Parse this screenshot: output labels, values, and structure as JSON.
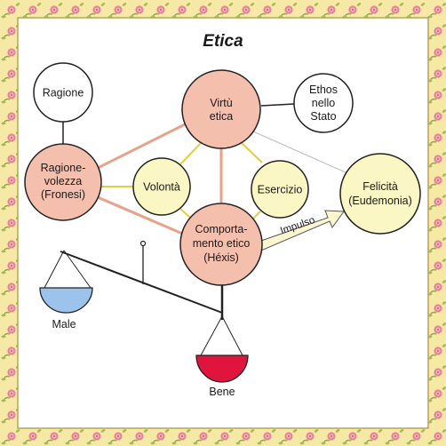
{
  "title": "Etica",
  "nodes": {
    "ragione": [
      "Ragione"
    ],
    "virtu": [
      "Virtù",
      "etica"
    ],
    "ethos": [
      "Ethos",
      "nello",
      "Stato"
    ],
    "fronesi": [
      "Ragione-",
      "volezza",
      "(Fronesi)"
    ],
    "volonta": [
      "Volontà"
    ],
    "esercizio": [
      "Esercizio"
    ],
    "felicita": [
      "Felicità",
      "(Eudemonia)"
    ],
    "hexis": [
      "Comporta-",
      "mento etico",
      "(Héxis)"
    ]
  },
  "arrow_label": "Impulso",
  "scale": {
    "left_pan": "Male",
    "right_pan": "Bene"
  },
  "colors": {
    "salmon": "#f5bfae",
    "pale_yellow": "#fbf7c4",
    "white": "#ffffff",
    "blue_pan": "#9cc3ec",
    "red_pan": "#e0153e",
    "frame_bg": "#f6e9a6",
    "rose": "#e8849a",
    "leaf": "#8ea848"
  }
}
